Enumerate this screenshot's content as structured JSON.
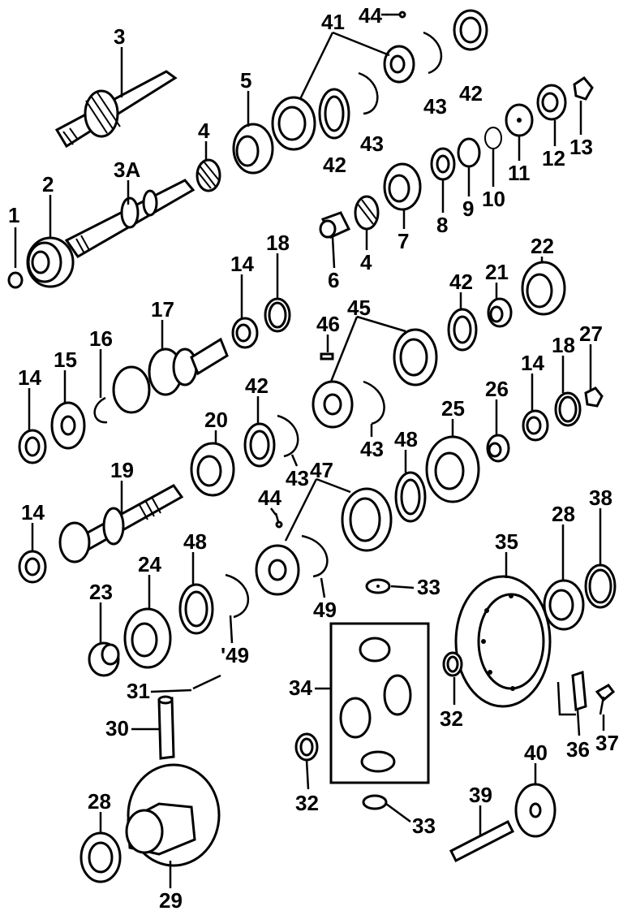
{
  "diagram": {
    "part_numbers": [
      "1",
      "2",
      "3",
      "3A",
      "4",
      "4",
      "5",
      "6",
      "7",
      "8",
      "9",
      "10",
      "11",
      "12",
      "13",
      "14",
      "14",
      "14",
      "14",
      "15",
      "16",
      "17",
      "18",
      "18",
      "19",
      "20",
      "21",
      "22",
      "23",
      "24",
      "25",
      "26",
      "27",
      "28",
      "28",
      "29",
      "30",
      "31",
      "32",
      "32",
      "33",
      "33",
      "34",
      "35",
      "36",
      "37",
      "38",
      "39",
      "40",
      "41",
      "42",
      "42",
      "42",
      "42",
      "43",
      "43",
      "43",
      "43",
      "44",
      "44",
      "45",
      "46",
      "47",
      "48",
      "48",
      "49",
      "'49"
    ]
  }
}
